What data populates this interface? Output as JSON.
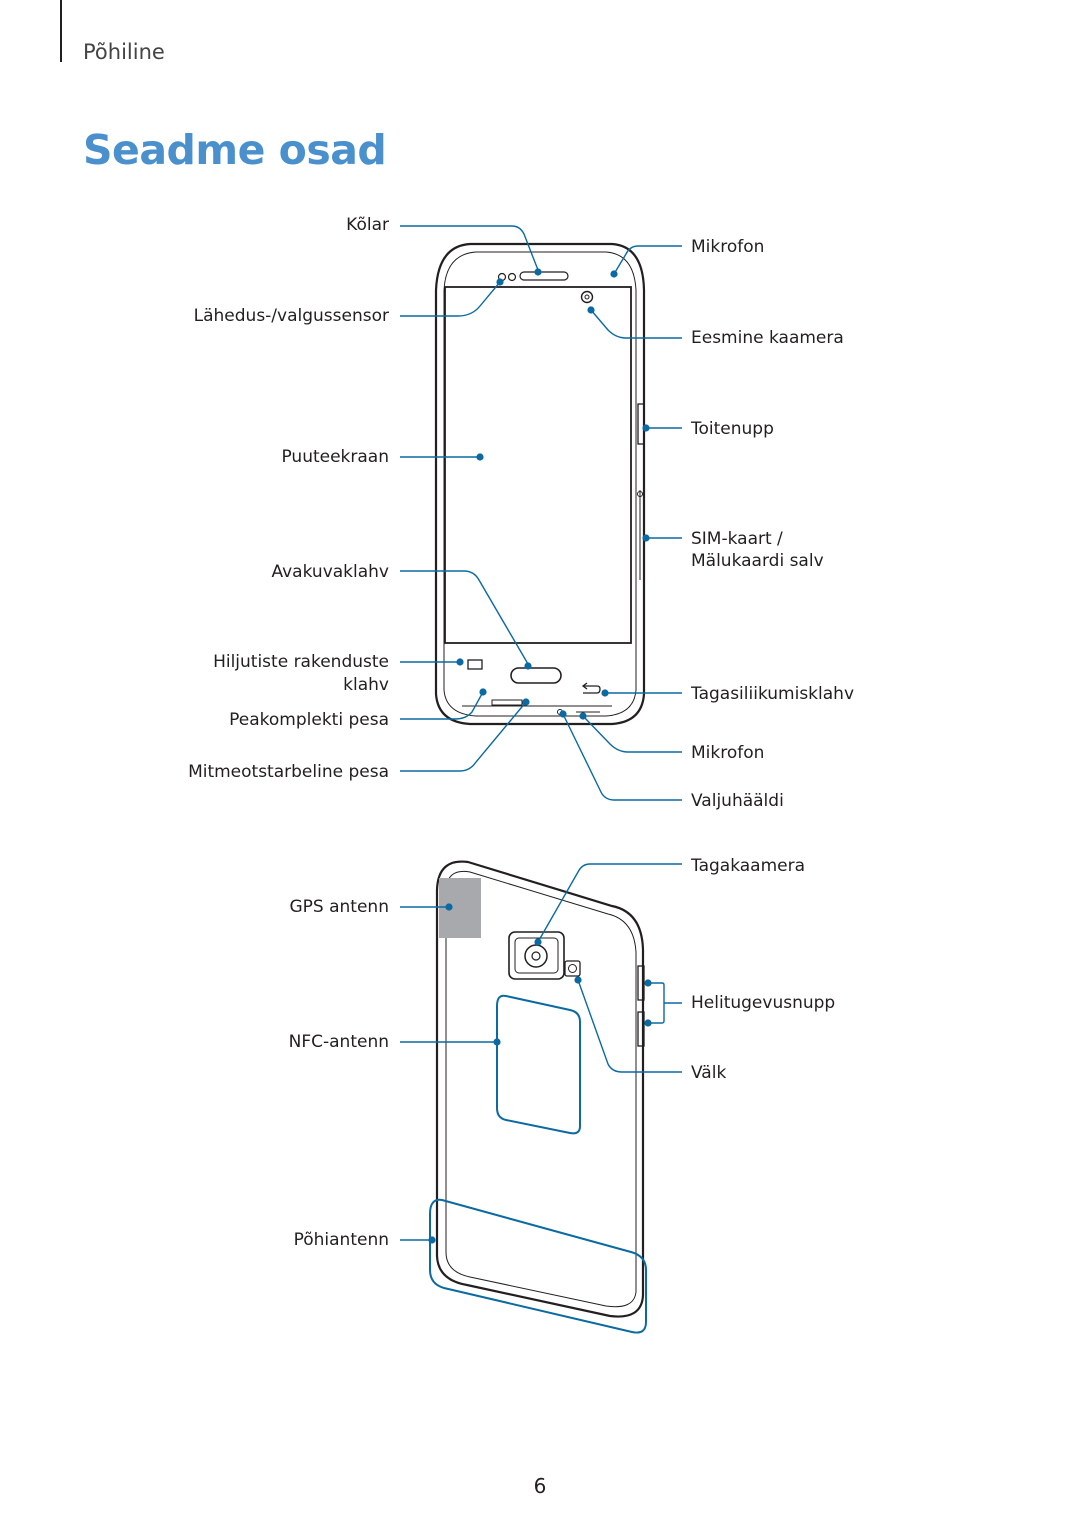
{
  "header": {
    "section": "Põhiline",
    "title": "Seadme osad"
  },
  "front_labels": {
    "kolar": "Kõlar",
    "lahedus": "Lähedus-/valgussensor",
    "puuteekraan": "Puuteekraan",
    "avakuvaklahv": "Avakuvaklahv",
    "hiljutiste_line1": "Hiljutiste rakenduste",
    "hiljutiste_line2": "klahv",
    "peakomplekti": "Peakomplekti pesa",
    "mitmeotstarbeline": "Mitmeotstarbeline pesa",
    "mikrofon_top": "Mikrofon",
    "eesmine_kaamera": "Eesmine kaamera",
    "toitenupp": "Toitenupp",
    "sim_line1": "SIM-kaart /",
    "sim_line2": "Mälukaardi salv",
    "tagasiliikumisklahv": "Tagasiliikumisklahv",
    "mikrofon_bottom": "Mikrofon",
    "valjuhaaldi": "Valjuhääldi"
  },
  "back_labels": {
    "gps": "GPS antenn",
    "nfc": "NFC-antenn",
    "pohiantenn": "Põhiantenn",
    "tagakaamera": "Tagakaamera",
    "helitugevusnupp": "Helitugevusnupp",
    "valk": "Välk"
  },
  "colors": {
    "accent": "#4a90cd",
    "callout": "#0a6aa1",
    "outline": "#231f20"
  },
  "footer": {
    "page_number": "6"
  }
}
